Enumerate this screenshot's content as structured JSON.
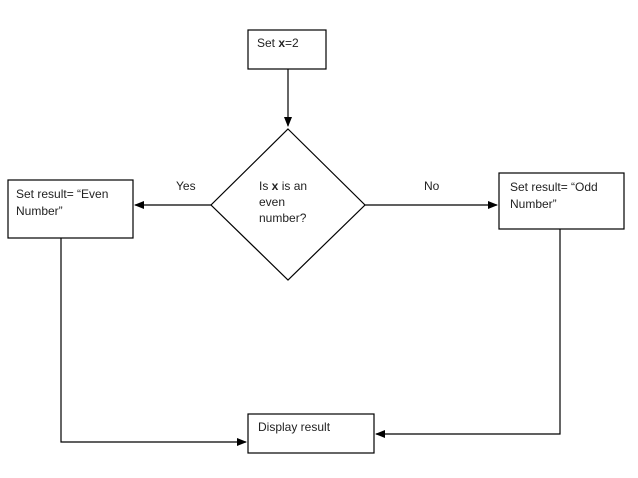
{
  "nodes": {
    "start": {
      "prefix": "Set ",
      "variable": "x",
      "suffix": "=2"
    },
    "decision": {
      "line1_prefix": "Is ",
      "line1_variable": "x",
      "line1_suffix": " is an",
      "line2": "even",
      "line3": "number?"
    },
    "even_result": {
      "line1": "Set result= “Even",
      "line2": "Number”"
    },
    "odd_result": {
      "line1": "Set result= “Odd",
      "line2": "Number”"
    },
    "display": {
      "label": "Display result"
    }
  },
  "edges": {
    "yes_label": "Yes",
    "no_label": "No"
  }
}
